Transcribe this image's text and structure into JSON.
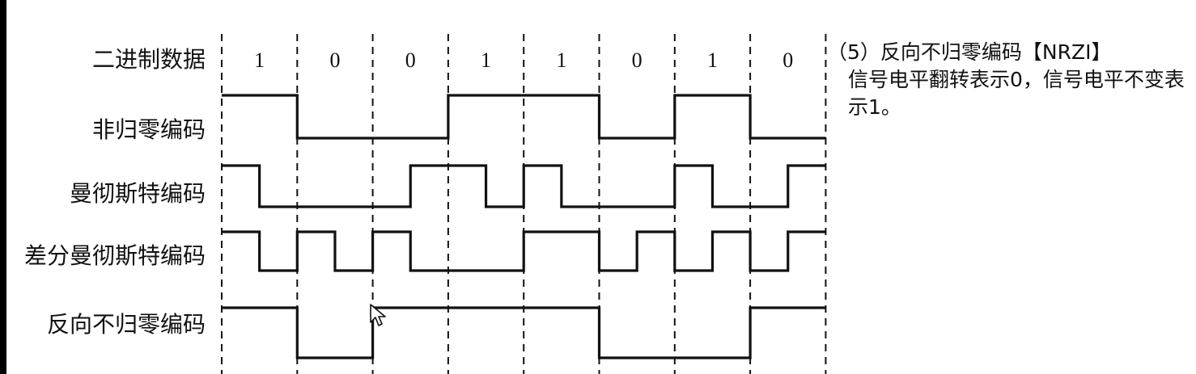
{
  "bits": [
    "1",
    "0",
    "0",
    "1",
    "1",
    "0",
    "1",
    "0"
  ],
  "rows": [
    {
      "label": "二进制数据",
      "signal": null
    },
    {
      "label": "非归零编码",
      "signal": [
        1,
        0,
        0,
        1,
        1,
        0,
        1,
        0
      ]
    },
    {
      "label": "曼彻斯特编码",
      "signal": [
        1,
        0,
        0,
        0,
        0,
        1,
        1,
        0,
        1,
        0,
        0,
        0,
        1,
        0,
        0,
        1
      ]
    },
    {
      "label": "差分曼彻斯特编码",
      "signal": [
        1,
        0,
        1,
        0,
        1,
        0,
        0,
        0,
        1,
        1,
        0,
        1,
        0,
        1,
        0,
        1
      ]
    },
    {
      "label": "反向不归零编码",
      "signal": [
        1,
        0,
        1,
        1,
        1,
        0,
        0,
        1
      ]
    }
  ],
  "note": {
    "heading": "（5）反向不归零编码【NRZI】",
    "body": "信号电平翻转表示0，信号电平不变表示1。"
  }
}
